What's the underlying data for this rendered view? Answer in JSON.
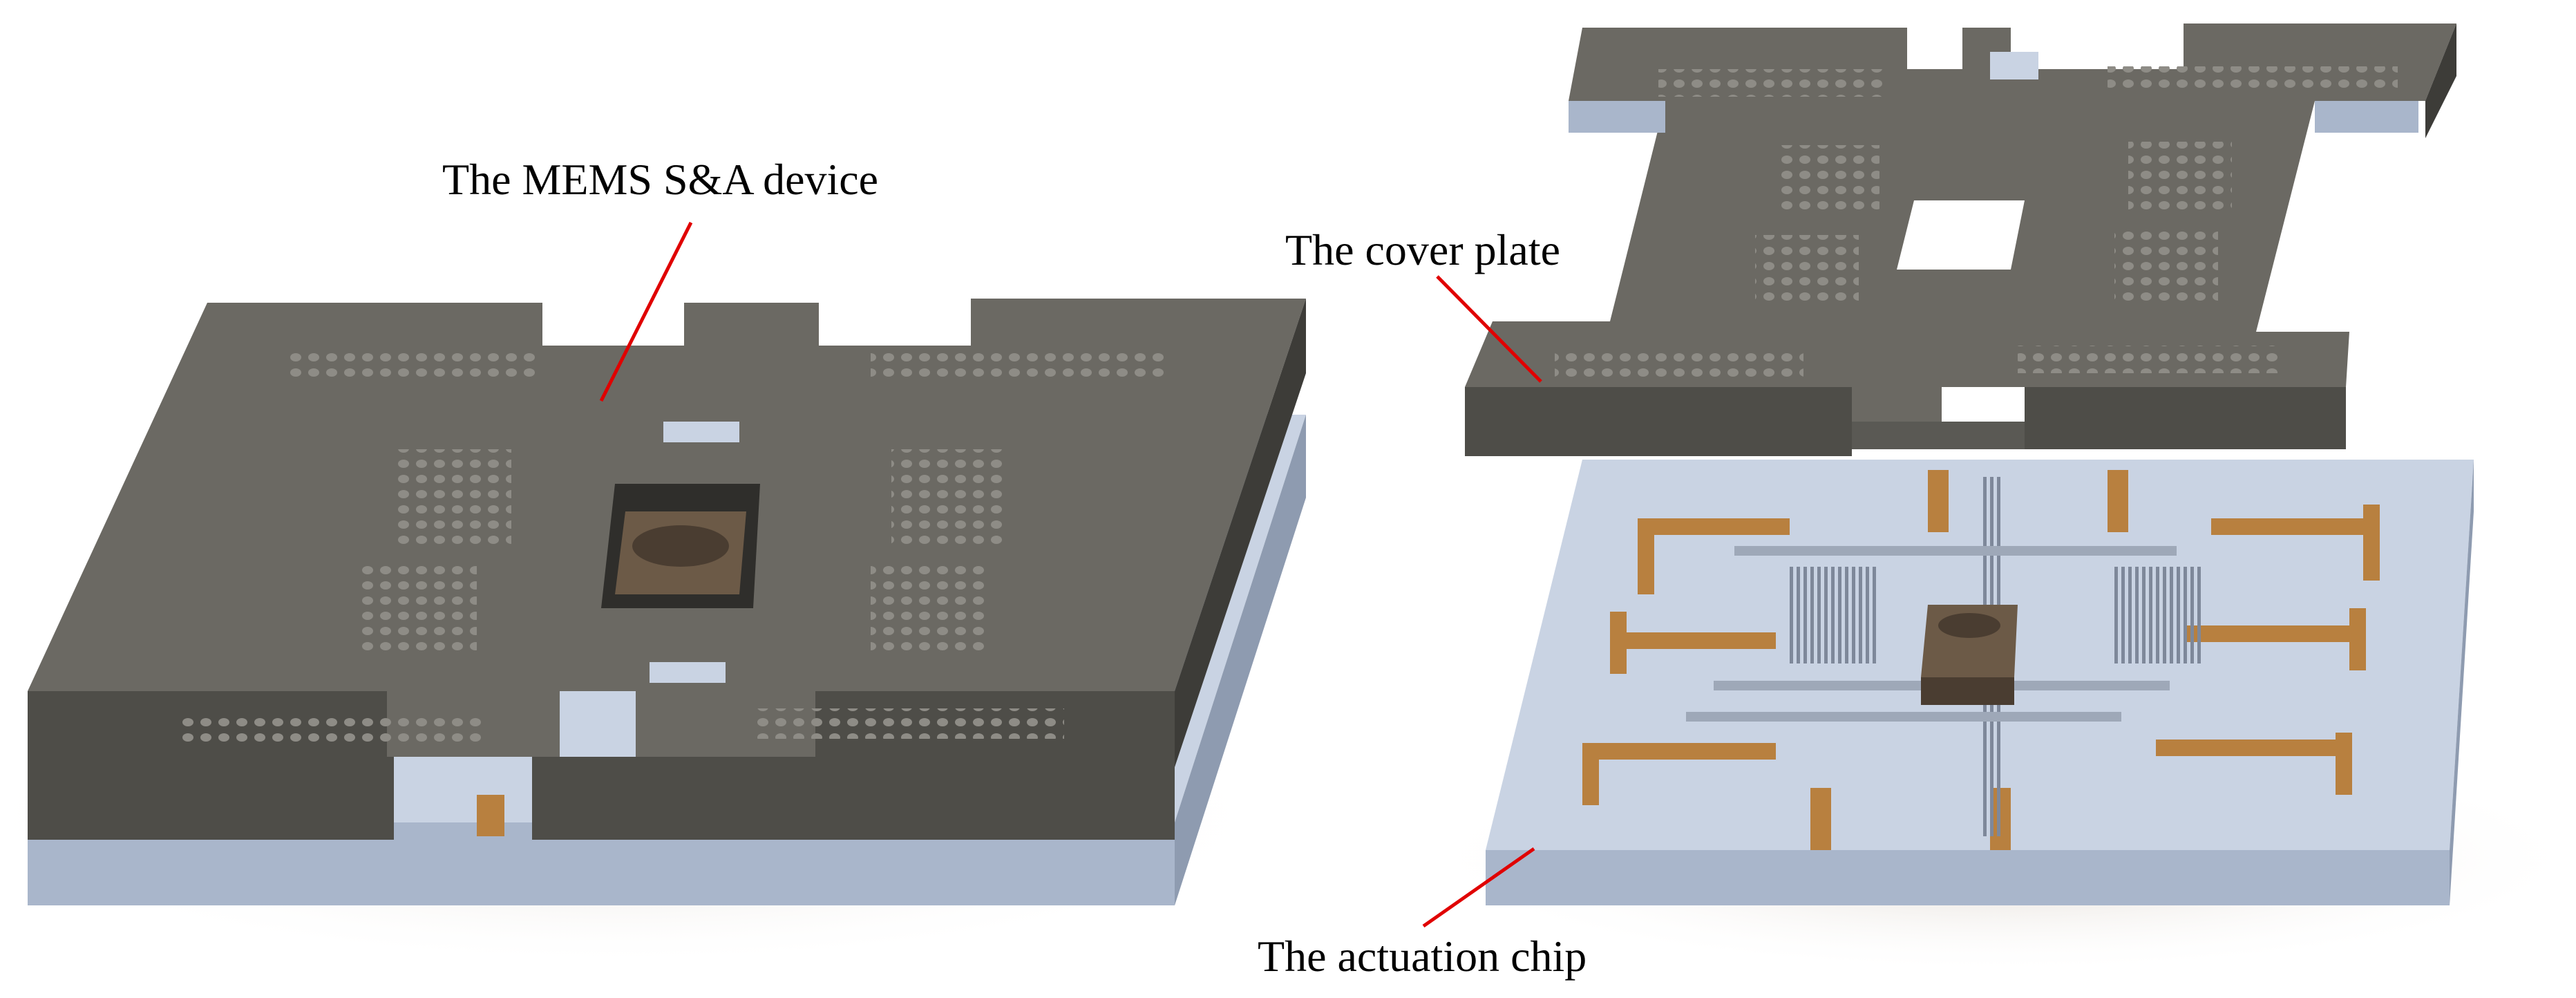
{
  "labels": {
    "device": "The MEMS S&A device",
    "cover_plate": "The cover plate",
    "actuation_chip": "The actuation chip"
  },
  "colors": {
    "plate_top": "#6b6963",
    "plate_side": "#4e4d48",
    "substrate_top": "#c9d3e3",
    "substrate_side": "#a9b6cb",
    "electrode": "#b8803f",
    "leader_line": "#e00000",
    "hole": "#8e8c86",
    "spring": "#9ea8b8"
  }
}
